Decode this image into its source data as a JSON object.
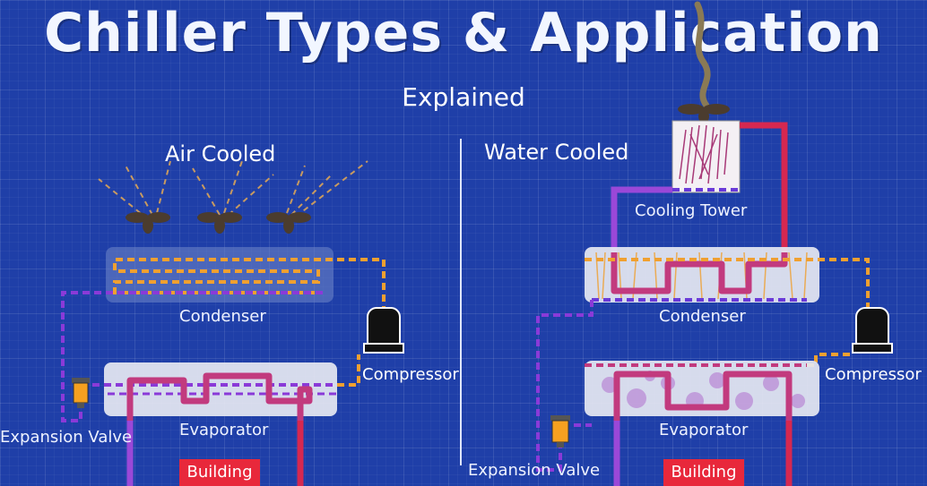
{
  "title": "Chiller Types & Application",
  "subtitle": "Explained",
  "air": {
    "heading": "Air Cooled",
    "condenser": "Condenser",
    "compressor": "Compressor",
    "evaporator": "Evaporator",
    "expansion_valve": "Expansion Valve",
    "building": "Building"
  },
  "water": {
    "heading": "Water Cooled",
    "cooling_tower": "Cooling Tower",
    "condenser": "Condenser",
    "compressor": "Compressor",
    "evaporator": "Evaporator",
    "expansion_valve": "Expansion Valve",
    "building": "Building"
  },
  "colors": {
    "background": "#1f3fa8",
    "hot_refrigerant": "#f0a030",
    "cold_refrigerant": "#8a3ad8",
    "chilled_water_supply": "#d62850",
    "chilled_water_return": "#9a48d8"
  }
}
